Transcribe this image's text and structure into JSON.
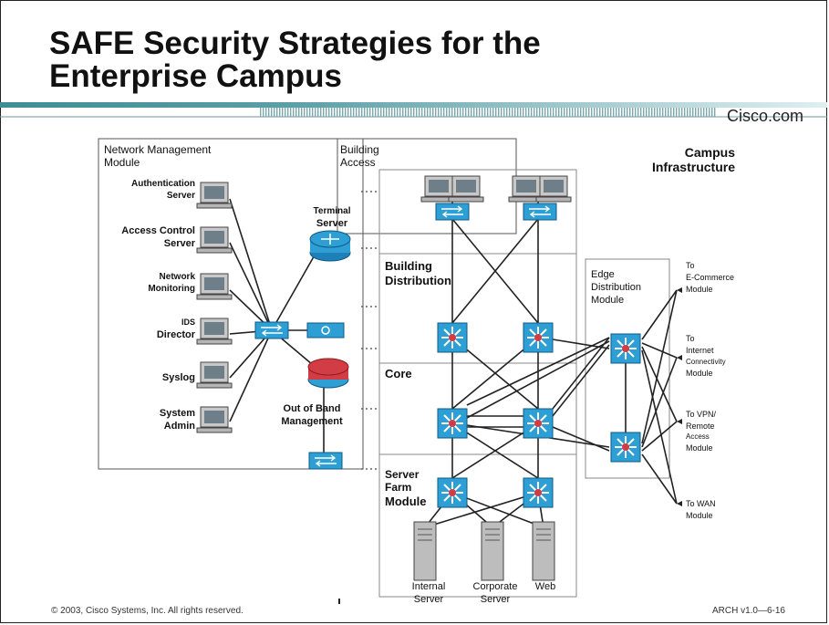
{
  "slide": {
    "title_line1": "SAFE Security Strategies for the",
    "title_line2": "Enterprise Campus",
    "brand": "Cisco.com",
    "copyright": "© 2003, Cisco Systems, Inc. All rights reserved.",
    "slide_code": "ARCH v1.0—6-16",
    "colors": {
      "accent_teal": "#3f8d96",
      "device_blue": "#2d9fd4",
      "router_red": "#d23c45"
    }
  },
  "diagram": {
    "nm_module": [
      "Network Management",
      "Module"
    ],
    "building_access": [
      "Building",
      "Access"
    ],
    "campus_infra": [
      "Campus",
      "Infrastructure"
    ],
    "nm_hosts": [
      {
        "lines": [
          "Authentication",
          "Server"
        ]
      },
      {
        "lines": [
          "Access Control",
          "Server"
        ]
      },
      {
        "lines": [
          "Network",
          "Monitoring"
        ]
      },
      {
        "lines": [
          "IDS",
          "Director"
        ]
      },
      {
        "lines": [
          "Syslog"
        ]
      },
      {
        "lines": [
          "System",
          "Admin"
        ]
      }
    ],
    "terminal_server": [
      "Terminal",
      "Server"
    ],
    "oob_mgmt": [
      "Out of Band",
      "Management"
    ],
    "building_distribution": [
      "Building",
      "Distribution"
    ],
    "core": "Core",
    "server_farm": [
      "Server",
      "Farm",
      "Module"
    ],
    "edge_distribution": [
      "Edge",
      "Distribution",
      "Module"
    ],
    "servers": [
      {
        "lines": [
          "Internal",
          "Server"
        ]
      },
      {
        "lines": [
          "Corporate",
          "Server"
        ]
      },
      {
        "lines": [
          "Web",
          ""
        ]
      }
    ],
    "dest_modules": [
      {
        "lines": [
          "To",
          "E-Commerce",
          "Module"
        ]
      },
      {
        "lines": [
          "To",
          "Internet",
          "Connectivity",
          "Module"
        ]
      },
      {
        "lines": [
          "To VPN/",
          "Remote",
          "Access",
          "Module"
        ]
      },
      {
        "lines": [
          "To WAN",
          "Module"
        ]
      }
    ]
  }
}
